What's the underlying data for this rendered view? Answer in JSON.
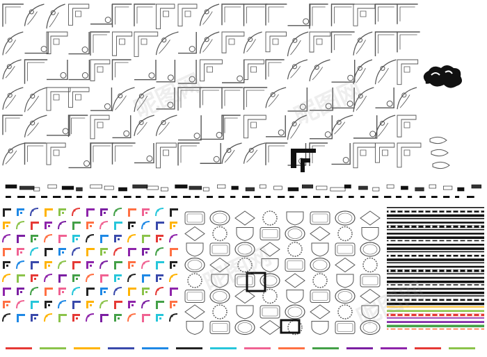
{
  "canvas": {
    "background": "#ffffff",
    "ink": "#111111",
    "line": "#555555"
  },
  "watermark": {
    "text": "昵图网",
    "color": "#9a9a9a"
  },
  "sections": {
    "top": {
      "content": "corner-ornaments",
      "style": "line-art"
    },
    "band": {
      "content": "border-strips",
      "style": "black-silhouette"
    },
    "bottom_left": {
      "content": "colored-corner-pieces",
      "style": "filled"
    },
    "bottom_middle": {
      "content": "decorative-frames",
      "style": "line-art"
    },
    "bottom_right": {
      "content": "horizontal-dividers",
      "style": "filled-and-colored"
    }
  },
  "palette": [
    "#222222",
    "#e53935",
    "#f06292",
    "#ffb300",
    "#43a047",
    "#1e88e5",
    "#8e24aa",
    "#26c6da",
    "#8bc34a",
    "#ff7043",
    "#3949ab",
    "#7b1fa2"
  ]
}
